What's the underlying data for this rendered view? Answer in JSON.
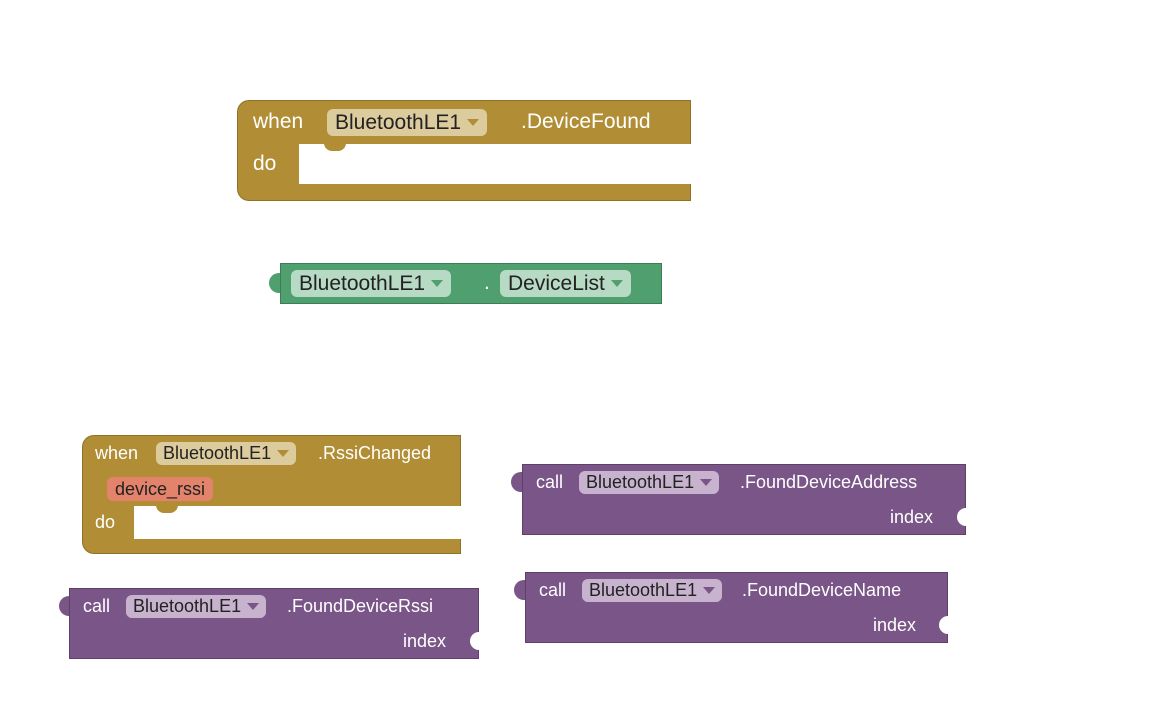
{
  "blocks": {
    "device_found_event": {
      "when_label": "when",
      "component": "BluetoothLE1",
      "event": ".DeviceFound",
      "do_label": "do"
    },
    "device_list_getter": {
      "component": "BluetoothLE1",
      "dot": ".",
      "property": "DeviceList"
    },
    "rssi_changed_event": {
      "when_label": "when",
      "component": "BluetoothLE1",
      "event": ".RssiChanged",
      "param": "device_rssi",
      "do_label": "do"
    },
    "found_device_address_call": {
      "call_label": "call",
      "component": "BluetoothLE1",
      "method": ".FoundDeviceAddress",
      "arg_label": "index"
    },
    "found_device_rssi_call": {
      "call_label": "call",
      "component": "BluetoothLE1",
      "method": ".FoundDeviceRssi",
      "arg_label": "index"
    },
    "found_device_name_call": {
      "call_label": "call",
      "component": "BluetoothLE1",
      "method": ".FoundDeviceName",
      "arg_label": "index"
    }
  },
  "colors": {
    "event_block": "#b18e35",
    "getter_block": "#4f9f6f",
    "call_block": "#7a5587",
    "param_block": "#e3836b"
  },
  "icons": {
    "dropdown": "chevron-down-icon"
  }
}
